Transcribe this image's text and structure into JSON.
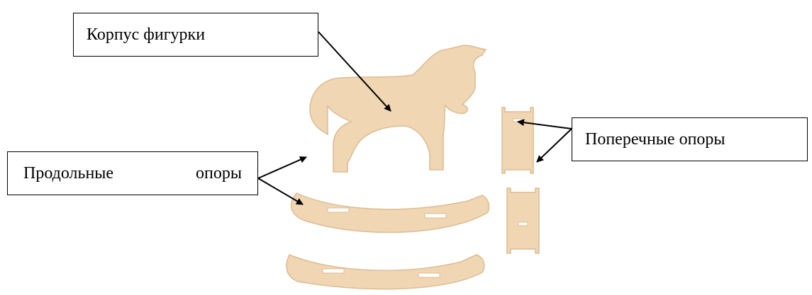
{
  "labels": {
    "body": "Корпус фигурки",
    "cross_supports": "Поперечные опоры",
    "long_supports_word1": "Продольные",
    "long_supports_word2": "опоры"
  },
  "colors": {
    "wood": "#f0d6b3",
    "wood_edge": "#d9b98f",
    "slot": "#ffffff",
    "line": "#000000"
  }
}
